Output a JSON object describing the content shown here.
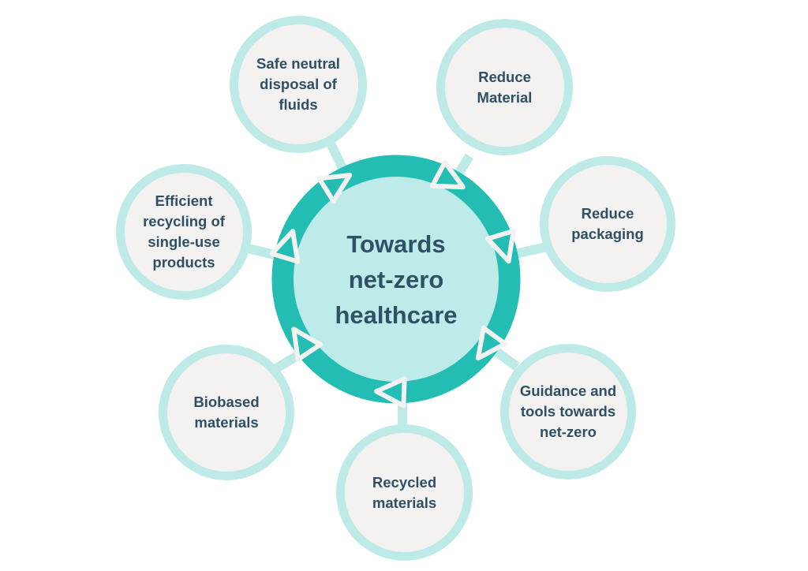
{
  "center": {
    "title": "Towards\nnet-zero\nhealthcare"
  },
  "nodes": [
    {
      "label": "Safe neutral\ndisposal of\nfluids"
    },
    {
      "label": "Reduce\nMaterial"
    },
    {
      "label": "Reduce\npackaging"
    },
    {
      "label": "Guidance and\ntools towards\nnet-zero"
    },
    {
      "label": "Recycled\nmaterials"
    },
    {
      "label": "Biobased\nmaterials"
    },
    {
      "label": "Efficient\nrecycling of\nsingle-use\nproducts"
    }
  ],
  "colors": {
    "ring": "#23bdb3",
    "center_fill": "#bdebea",
    "satellite_border": "#bde9e7",
    "satellite_fill": "#f4f2f1",
    "text": "#2f5064",
    "arrow_fill": "#23bdb3",
    "arrow_outline": "#f4f2f1"
  },
  "icons": [
    "triangle-arrow-icon"
  ]
}
